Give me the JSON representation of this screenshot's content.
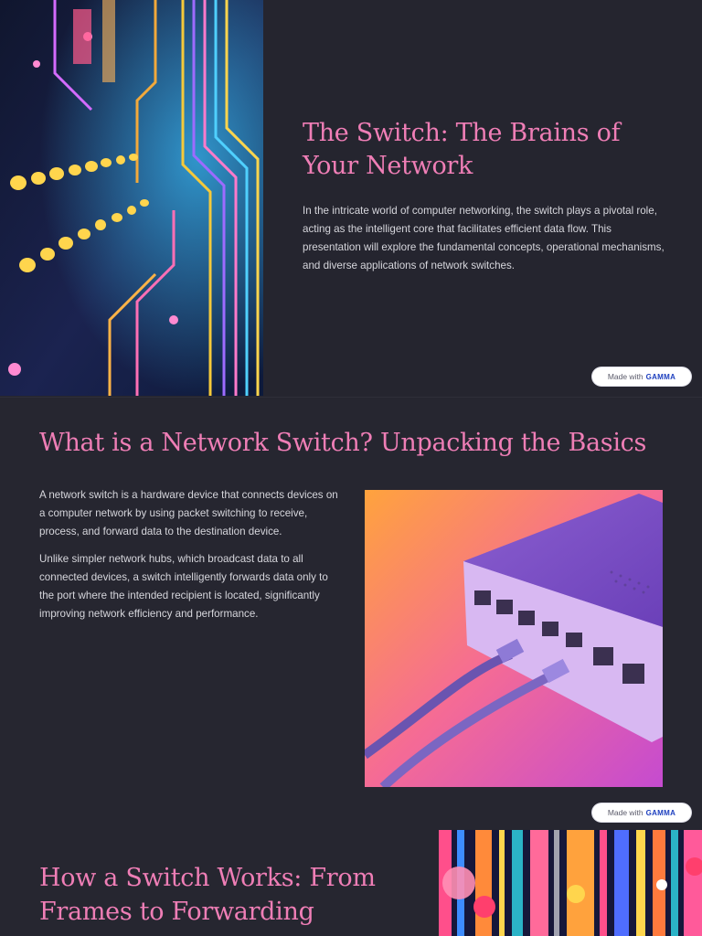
{
  "slides": [
    {
      "title": "The Switch: The Brains of Your Network",
      "paragraphs": [
        "In the intricate world of computer networking, the switch plays a pivotal role, acting as the intelligent core that facilitates efficient data flow. This presentation will explore the fundamental concepts, operational mechanisms, and diverse applications of network switches."
      ]
    },
    {
      "title": "What is a Network Switch? Unpacking the Basics",
      "paragraphs": [
        "A network switch is a hardware device that connects devices on a computer network by using packet switching to receive, process, and forward data to the destination device.",
        "Unlike simpler network hubs, which broadcast data to all connected devices, a switch intelligently forwards data only to the port where the intended recipient is located, significantly improving network efficiency and performance."
      ]
    },
    {
      "title": "How a Switch Works: From Frames to Forwarding",
      "paragraphs": []
    }
  ],
  "badge": {
    "prefix": "Made with",
    "brand": "GAMMA"
  },
  "colors": {
    "background": "#262630",
    "title": "#ef7eb6",
    "body": "#d6d6dc"
  }
}
